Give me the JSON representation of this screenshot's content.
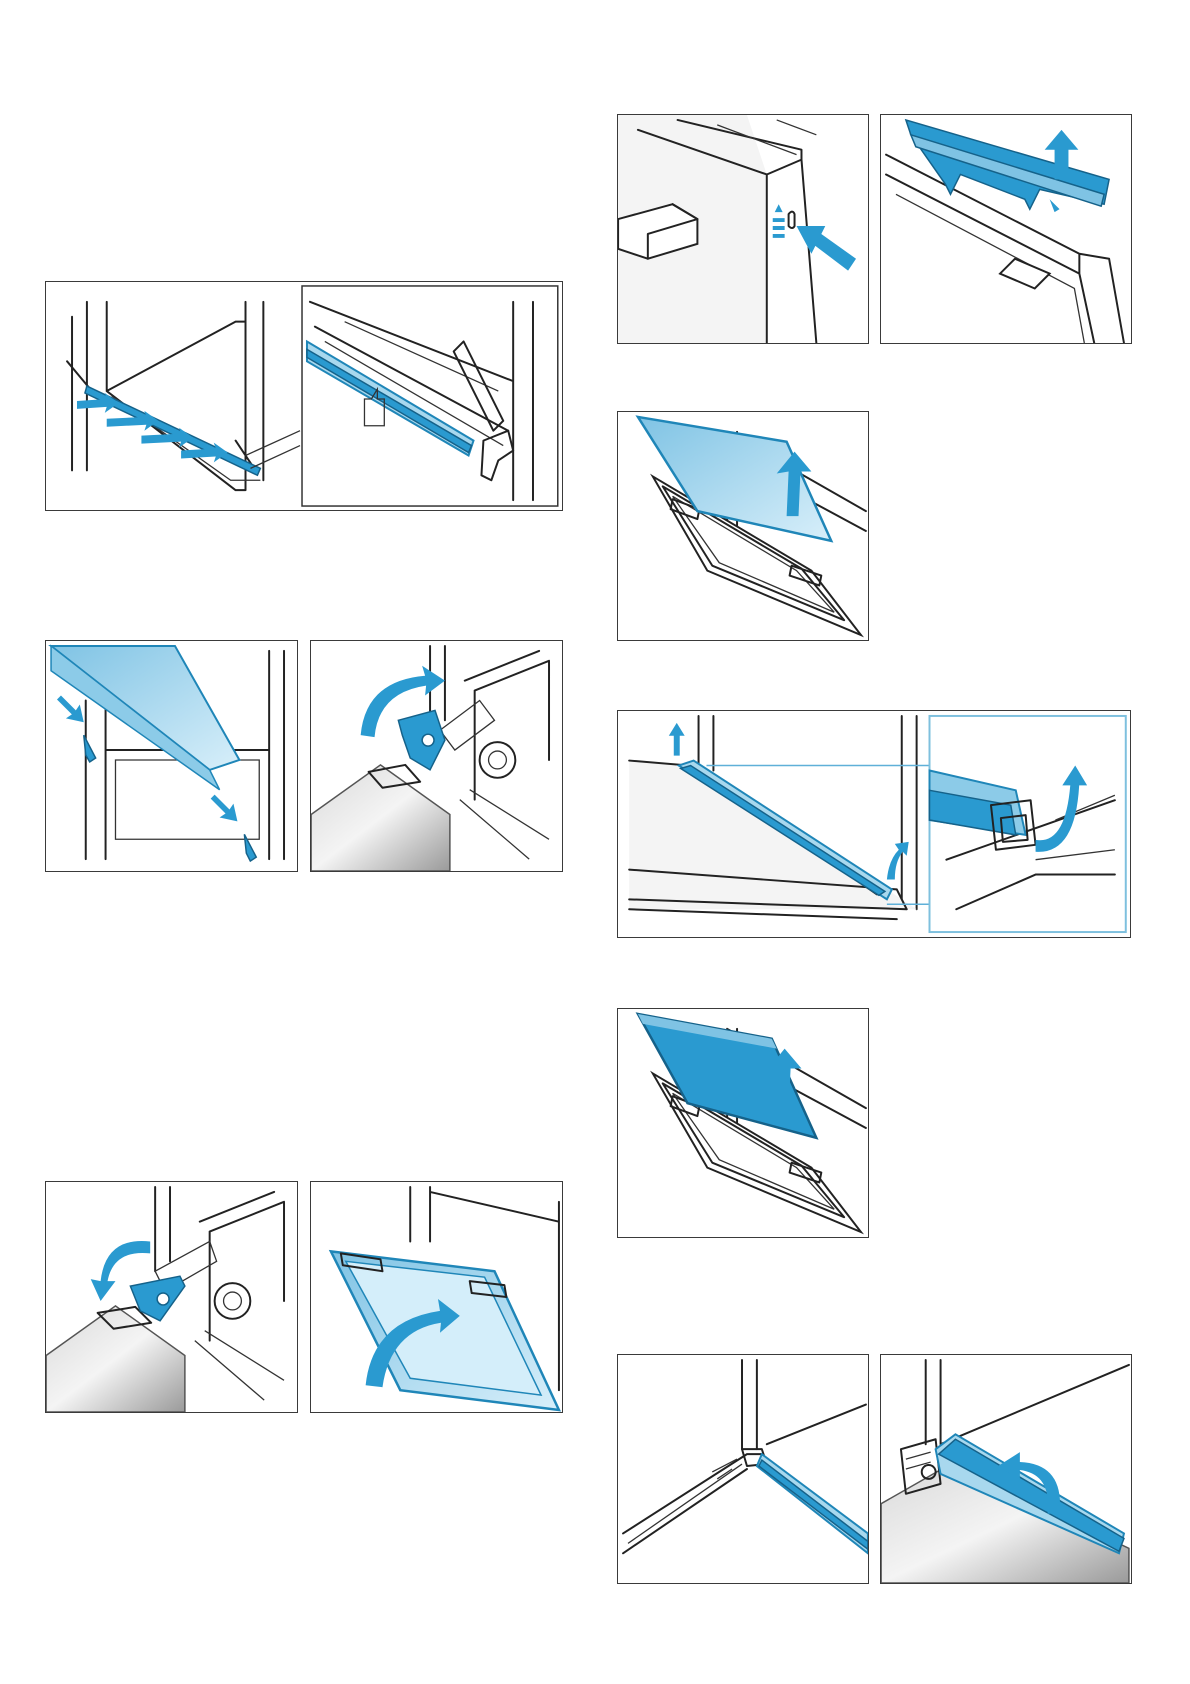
{
  "figures": [
    {
      "id": "seal-removal-left",
      "icon": "oven-seal-clip-icon",
      "callout": ""
    },
    {
      "id": "seal-removal-detail",
      "icon": "seal-detail-icon",
      "callout": ""
    },
    {
      "id": "hinge-door-lower",
      "icon": "door-lower-icon"
    },
    {
      "id": "hinge-lever-up",
      "icon": "hinge-lever-up-icon"
    },
    {
      "id": "hinge-lever-down",
      "icon": "hinge-lever-down-icon"
    },
    {
      "id": "door-close",
      "icon": "door-close-icon"
    },
    {
      "id": "cover-press",
      "icon": "cover-press-icon"
    },
    {
      "id": "cover-lift",
      "icon": "cover-lift-icon"
    },
    {
      "id": "pane-lift-1",
      "icon": "pane-lift-icon"
    },
    {
      "id": "gasket-clip",
      "icon": "gasket-clip-icon"
    },
    {
      "id": "pane-lift-2",
      "icon": "pane-lift-icon"
    },
    {
      "id": "bottom-seal",
      "icon": "bottom-seal-icon"
    },
    {
      "id": "bottom-seal-fold",
      "icon": "bottom-seal-fold-icon"
    }
  ],
  "colors": {
    "accent": "#2a9ad0",
    "glass": "#a8d8ee",
    "line": "#222222"
  }
}
